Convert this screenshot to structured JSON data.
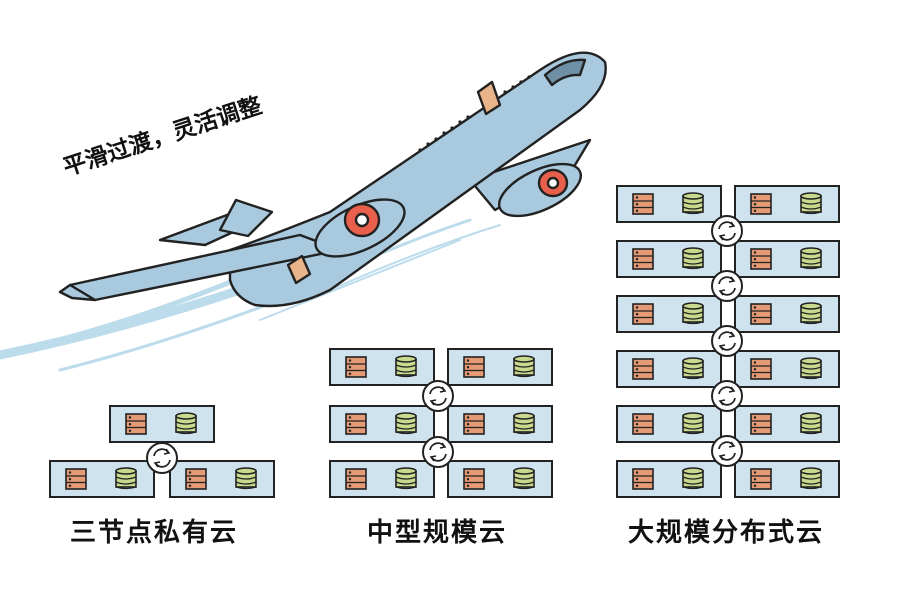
{
  "slogan": "平滑过渡，灵活调整",
  "colors": {
    "outline": "#222222",
    "server_fill": "#cfe3ef",
    "server_icon": "#e39a75",
    "disk_icon": "#c9d98e",
    "sync_fill": "#ffffff",
    "plane_body": "#a9c9de",
    "plane_accent": "#e9b48a",
    "engine_ring": "#e8604c",
    "speed_streak": "#bcdcec"
  },
  "icons": {
    "server": "server-icon",
    "disk": "database-icon",
    "sync": "sync-icon",
    "airplane": "airplane-illustration"
  },
  "clusters": [
    {
      "label": "三节点私有云",
      "nodes": 3
    },
    {
      "label": "中型规模云",
      "nodes": 6
    },
    {
      "label": "大规模分布式云",
      "nodes": 12
    }
  ]
}
